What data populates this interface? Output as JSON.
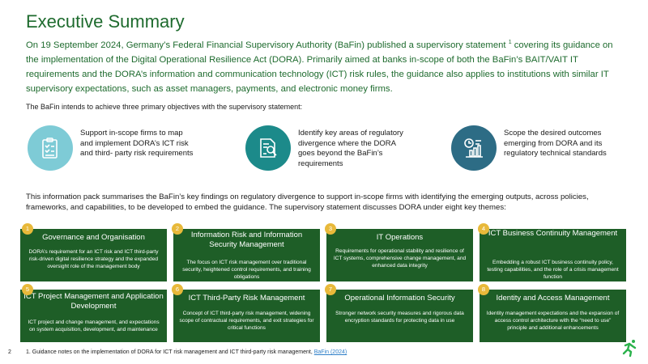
{
  "title": "Executive Summary",
  "intro": {
    "part1": "On 19 September 2024, Germany’s Federal Financial Supervisory Authority (BaFin) published a supervisory statement ",
    "footnote_ref": "1",
    "part2": " covering its guidance on the implementation of the Digital Operational Resilience Act (DORA). Primarily aimed at banks in-scope of both the BaFin’s BAIT/VAIT IT requirements and the DORA’s information and communication technology (ICT) risk rules, the guidance also applies to institutions with similar IT supervisory expectations, such as asset managers, payments, and electronic money firms."
  },
  "objectives_heading": "The BaFin intends to achieve three primary objectives with the supervisory statement:",
  "objectives": [
    {
      "icon": "clipboard-checklist-icon",
      "color": "#7ecbd6",
      "text": "Support in-scope firms to map and implement DORA’s ICT risk and third- party risk requirements"
    },
    {
      "icon": "document-magnifier-icon",
      "color": "#1c8a8a",
      "text": "Identify key areas of regulatory divergence where the DORA goes beyond the BaFin’s requirements"
    },
    {
      "icon": "dashboard-chart-icon",
      "color": "#2d6c85",
      "text": "Scope the desired outcomes emerging from DORA and its regulatory technical standards"
    }
  ],
  "summary": "This information pack summarises the BaFin’s key findings on regulatory divergence to support in-scope firms with identifying the emerging outputs, across policies, frameworks, and capabilities, to be developed to embed the guidance. The supervisory statement discusses DORA under eight key themes:",
  "themes": [
    {
      "number": "1",
      "title": "Governance and Organisation",
      "description": "DORA’s requirement for an ICT risk and ICT third-party risk-driven digital resilience strategy and the expanded oversight role of the management body"
    },
    {
      "number": "2",
      "title": "Information Risk and Information Security Management",
      "description": "The focus on ICT risk management over traditional security, heightened control requirements, and training obligations"
    },
    {
      "number": "3",
      "title": "IT Operations",
      "description": "Requirements for operational stability and resilience of ICT systems, comprehensive change management, and enhanced data integrity"
    },
    {
      "number": "4",
      "title": "ICT Business Continuity Management",
      "description": "Embedding a robust ICT business continuity policy, testing capabilities, and the role of a crisis management function"
    },
    {
      "number": "5",
      "title": "ICT Project Management and Application Development",
      "description": "ICT project and change management, and expectations on system acquisition, development, and maintenance"
    },
    {
      "number": "6",
      "title": "ICT Third-Party Risk Management",
      "description": "Concept of ICT third-party risk management, widening scope of contractual requirements, and exit strategies for critical functions"
    },
    {
      "number": "7",
      "title": "Operational Information Security",
      "description": "Stronger network security measures and rigorous data encryption standards for protecting data in use"
    },
    {
      "number": "8",
      "title": "Identity and Access Management",
      "description": "Identity management expectations and the expansion of access control architecture with the “need to use” principle and additional enhancements"
    }
  ],
  "footer": {
    "page_number": "2",
    "footnote_text": "1. Guidance notes on the implementation of DORA for ICT risk management and ICT third-party risk management, ",
    "footnote_link": "BaFin (2024)"
  },
  "colors": {
    "accent_green": "#1e6b2e",
    "theme_box": "#1e5e27",
    "badge_gold": "#e8b93a",
    "link_blue": "#2f7fc8",
    "logo_green": "#2bb24c"
  }
}
